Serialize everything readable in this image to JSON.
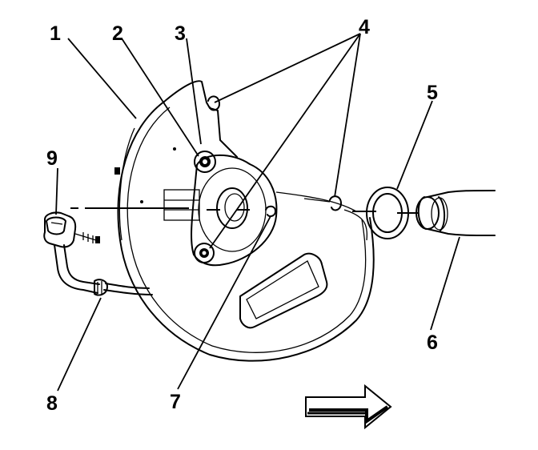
{
  "diagram": {
    "callouts": [
      "1",
      "2",
      "3",
      "4",
      "5",
      "6",
      "7",
      "8",
      "9"
    ],
    "colors": {
      "ink": "#000000",
      "paper": "#ffffff"
    },
    "icons": [
      "direction-arrow-icon"
    ]
  }
}
